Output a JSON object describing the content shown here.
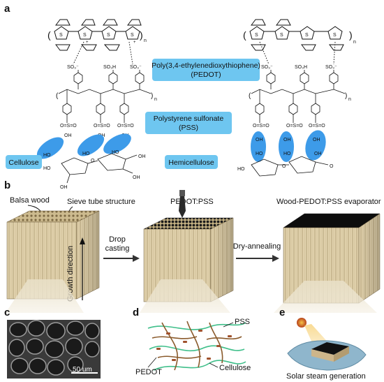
{
  "panels": {
    "a": "a",
    "b": "b",
    "c": "c",
    "d": "d",
    "e": "e"
  },
  "panel_a": {
    "so3_minus": "SO₃⁻",
    "so3h": "SO₃H",
    "subscript_n": "n",
    "pedot_box_line1": "Poly(3,4-ethylenedioxythiophene)",
    "pedot_box_line2": "(PEDOT)",
    "pss_box_line1": "Polystyrene sulfonate",
    "pss_box_line2": "(PSS)",
    "cellulose_label": "Cellulose",
    "hemicellulose_label": "Hemicellulose",
    "sulfonyl": "O=S=O",
    "oh": "OH",
    "ho": "HO",
    "o": "O",
    "s": "S"
  },
  "panel_b": {
    "balsa_wood": "Balsa wood",
    "sieve_tube": "Sieve tube structure",
    "growth_direction": "Growth direction",
    "drop_casting_line1": "Drop",
    "drop_casting_line2": "casting",
    "pedot_pss": "PEDOT:PSS",
    "dry_annealing": "Dry-annealing",
    "evaporator": "Wood-PEDOT:PSS evaporator"
  },
  "panel_c": {
    "scale_bar": "50 um"
  },
  "panel_d": {
    "pss": "PSS",
    "pedot": "PEDOT",
    "cellulose": "Cellulose"
  },
  "panel_e": {
    "caption": "Solar steam generation"
  },
  "colors": {
    "highlight_blue": "#3d9be9",
    "label_box": "#6ec6f0",
    "wood": "#d9c8a0",
    "pedot_fiber": "#8a5a2b",
    "cellulose_fiber": "#3fbf8a"
  }
}
